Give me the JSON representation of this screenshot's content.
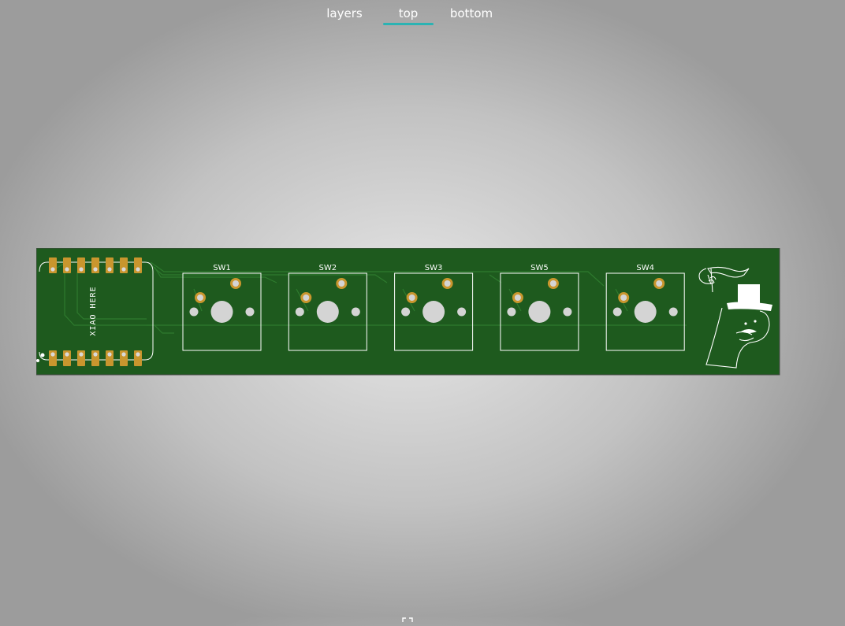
{
  "tabs": [
    {
      "label": "layers",
      "active": false
    },
    {
      "label": "top",
      "active": true
    },
    {
      "label": "bottom",
      "active": false
    }
  ],
  "accent_color": "#2bb3b3",
  "board": {
    "color": "#1e5a1e",
    "silk_color": "#ffffff",
    "pad_color": "#c9962e",
    "microcontroller_label": "XIAO HERE",
    "switches": [
      {
        "label": "SW1"
      },
      {
        "label": "SW2"
      },
      {
        "label": "SW3"
      },
      {
        "label": "SW5"
      },
      {
        "label": "SW4"
      }
    ],
    "mascot": "top-hat-thumb-with-flag"
  },
  "fullscreen_icon": "expand-corners-icon"
}
